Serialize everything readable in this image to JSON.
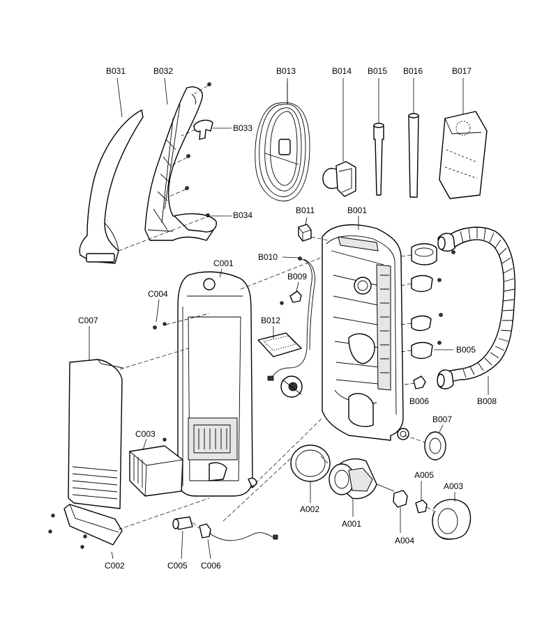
{
  "labels": {
    "B031": "B031",
    "B032": "B032",
    "B013": "B013",
    "B014": "B014",
    "B015": "B015",
    "B016": "B016",
    "B017": "B017",
    "B033": "B033",
    "B034": "B034",
    "B011": "B011",
    "B001": "B001",
    "B010": "B010",
    "B009": "B009",
    "B012": "B012",
    "B005": "B005",
    "B006": "B006",
    "B008": "B008",
    "B007": "B007",
    "C001": "C001",
    "C004": "C004",
    "C007": "C007",
    "C003": "C003",
    "C002": "C002",
    "C005": "C005",
    "C006": "C006",
    "A002": "A002",
    "A001": "A001",
    "A004": "A004",
    "A005": "A005",
    "A003": "A003"
  }
}
